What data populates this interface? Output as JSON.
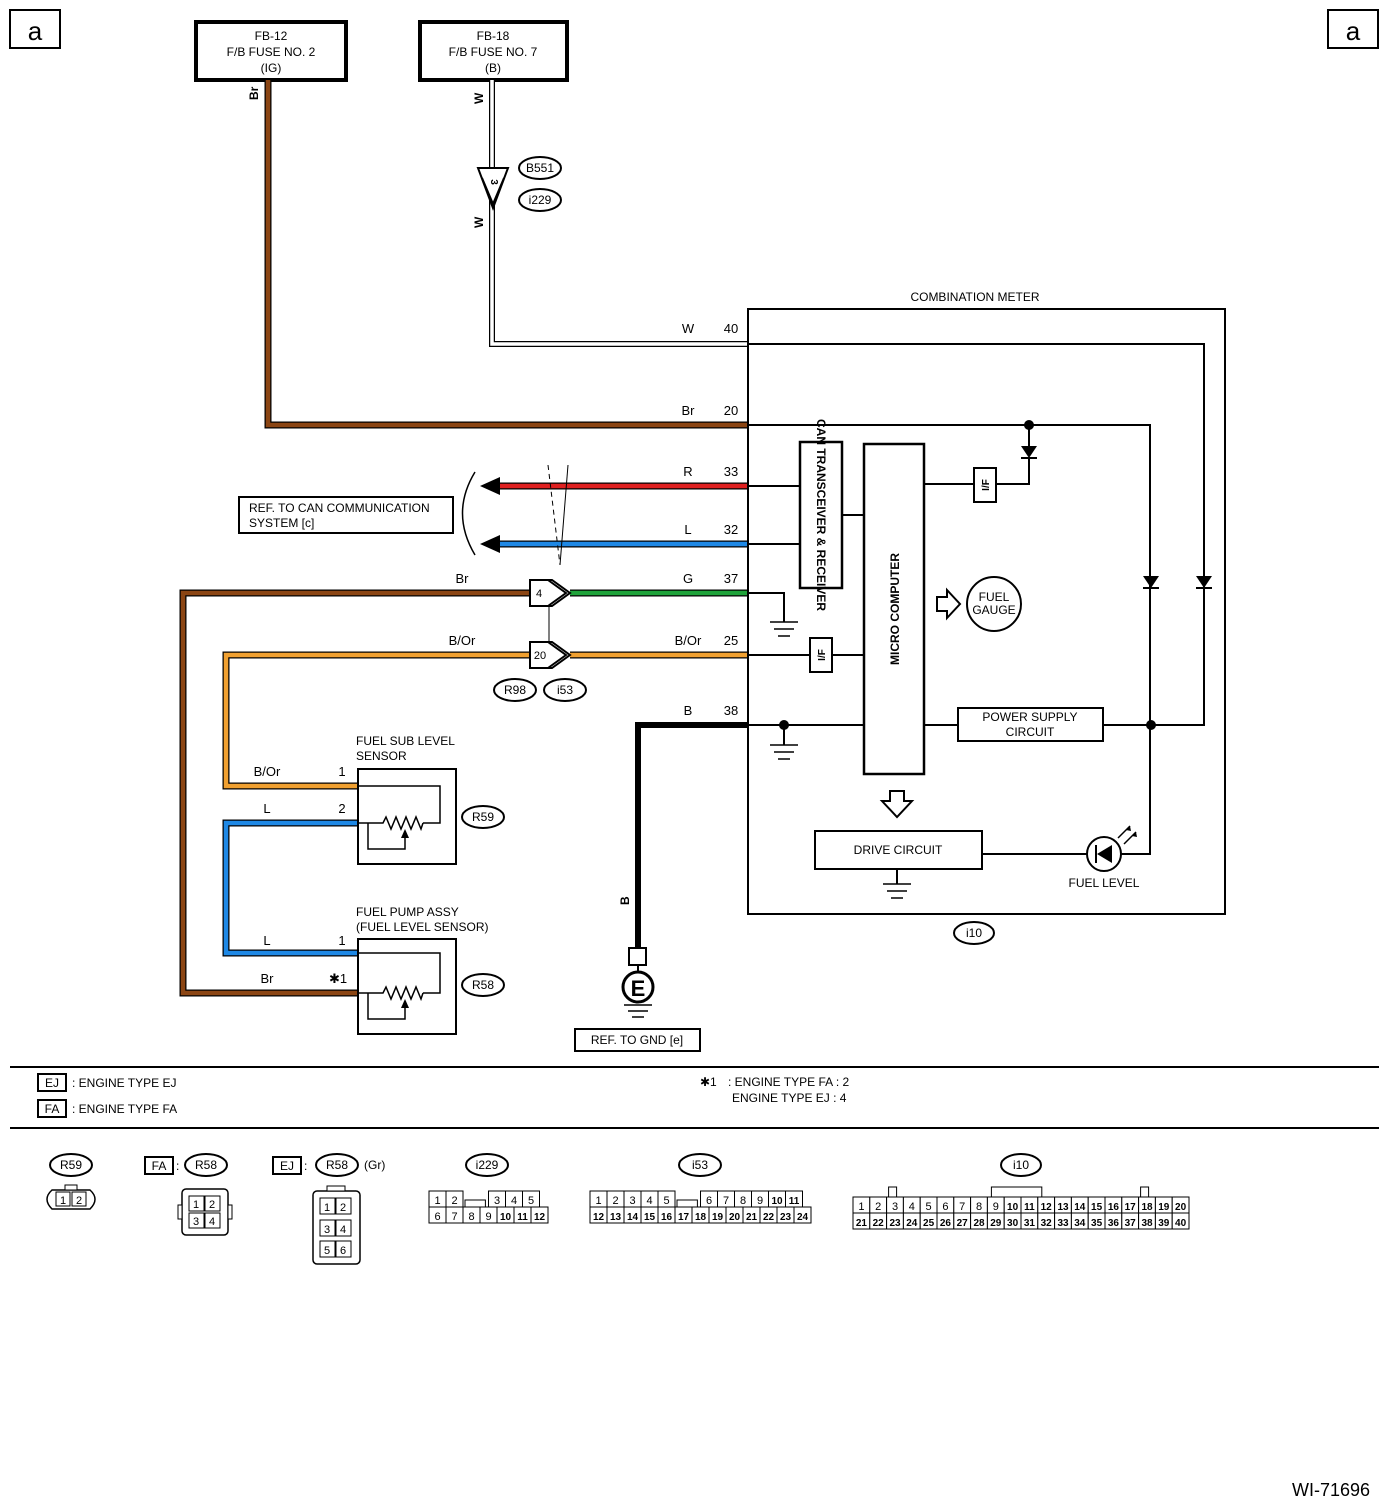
{
  "corner_refs": {
    "left": "a",
    "right": "a"
  },
  "fuses": {
    "fb12": {
      "line1": "FB-12",
      "line2": "F/B FUSE NO. 2",
      "line3": "(IG)"
    },
    "fb18": {
      "line1": "FB-18",
      "line2": "F/B FUSE NO. 7",
      "line3": "(B)"
    }
  },
  "wire_labels": {
    "br_vertical": "Br",
    "w_upper": "W",
    "w_lower": "W",
    "w40": "W",
    "br20": "Br",
    "r33": "R",
    "l32": "L",
    "g37": "G",
    "br_left": "Br",
    "bor_left": "B/Or",
    "bor25": "B/Or",
    "b38": "B",
    "bor_sensor": "B/Or",
    "l_sensor": "L",
    "l_pump": "L",
    "br_pump": "Br",
    "b_ground": "B"
  },
  "pins": {
    "p40": "40",
    "p20": "20",
    "p33": "33",
    "p32": "32",
    "p37": "37",
    "p25": "25",
    "p38": "38",
    "inline4": "4",
    "inline20": "20",
    "inline3": "3",
    "sub1": "1",
    "sub2": "2",
    "pump1": "1",
    "pump_star": "✱1"
  },
  "connectors": {
    "b551": "B551",
    "i229": "i229",
    "r98": "R98",
    "i53": "i53",
    "r59": "R59",
    "r58": "R58",
    "i10": "i10"
  },
  "meter": {
    "title": "COMBINATION METER",
    "can": "CAN TRANSCEIVER & RECEIVER",
    "micro": "MICRO COMPUTER",
    "if1": "I/F",
    "if2": "I/F",
    "gauge1": "FUEL",
    "gauge2": "GAUGE",
    "psu1": "POWER SUPPLY",
    "psu2": "CIRCUIT",
    "drive": "DRIVE CIRCUIT",
    "fuel_level": "FUEL LEVEL"
  },
  "refs": {
    "can1": "REF. TO CAN COMMUNICATION",
    "can2": "SYSTEM [c]",
    "gnd": "REF. TO GND [e]",
    "ground_symbol": "E"
  },
  "sensors": {
    "sub1": "FUEL SUB LEVEL",
    "sub2": "SENSOR",
    "pump1": "FUEL PUMP ASSY",
    "pump2": "(FUEL LEVEL SENSOR)"
  },
  "legend": {
    "ej_tag": "EJ",
    "ej_text": ": ENGINE TYPE EJ",
    "fa_tag": "FA",
    "fa_text": ": ENGINE TYPE FA",
    "star": "✱1",
    "note1": ": ENGINE TYPE FA : 2",
    "note2": "ENGINE TYPE EJ : 4"
  },
  "connector_views": {
    "r59": "R59",
    "fa": "FA",
    "r58_fa": "R58",
    "ej": "EJ",
    "r58_ej": "R58",
    "gr": "(Gr)",
    "i229": "i229",
    "i53": "i53",
    "i10": "i10",
    "r59_pins": [
      "1",
      "2"
    ],
    "r58_fa_pins": [
      "1",
      "2",
      "3",
      "4"
    ],
    "r58_ej_pins": [
      "1",
      "2",
      "3",
      "4",
      "5",
      "6"
    ],
    "i229_top": [
      "1",
      "2",
      "",
      "3",
      "4",
      "5"
    ],
    "i229_bottom": [
      "6",
      "7",
      "8",
      "9",
      "10",
      "11",
      "12"
    ],
    "i53_top": [
      "1",
      "2",
      "3",
      "4",
      "5",
      "",
      "6",
      "7",
      "8",
      "9",
      "10",
      "11"
    ],
    "i53_bottom": [
      "12",
      "13",
      "14",
      "15",
      "16",
      "17",
      "18",
      "19",
      "20",
      "21",
      "22",
      "23",
      "24"
    ],
    "i10_top": [
      "1",
      "2",
      "3",
      "4",
      "5",
      "6",
      "7",
      "8",
      "9",
      "10",
      "11",
      "12",
      "13",
      "14",
      "15",
      "16",
      "17",
      "18",
      "19",
      "20"
    ],
    "i10_bottom": [
      "21",
      "22",
      "23",
      "24",
      "25",
      "26",
      "27",
      "28",
      "29",
      "30",
      "31",
      "32",
      "33",
      "34",
      "35",
      "36",
      "37",
      "38",
      "39",
      "40"
    ]
  },
  "figure_id": "WI-71696",
  "colors": {
    "brown": "#8b4513",
    "red": "#e02020",
    "blue": "#1e88e5",
    "green": "#1fa33a",
    "orange": "#f0a030",
    "black": "#000000"
  }
}
